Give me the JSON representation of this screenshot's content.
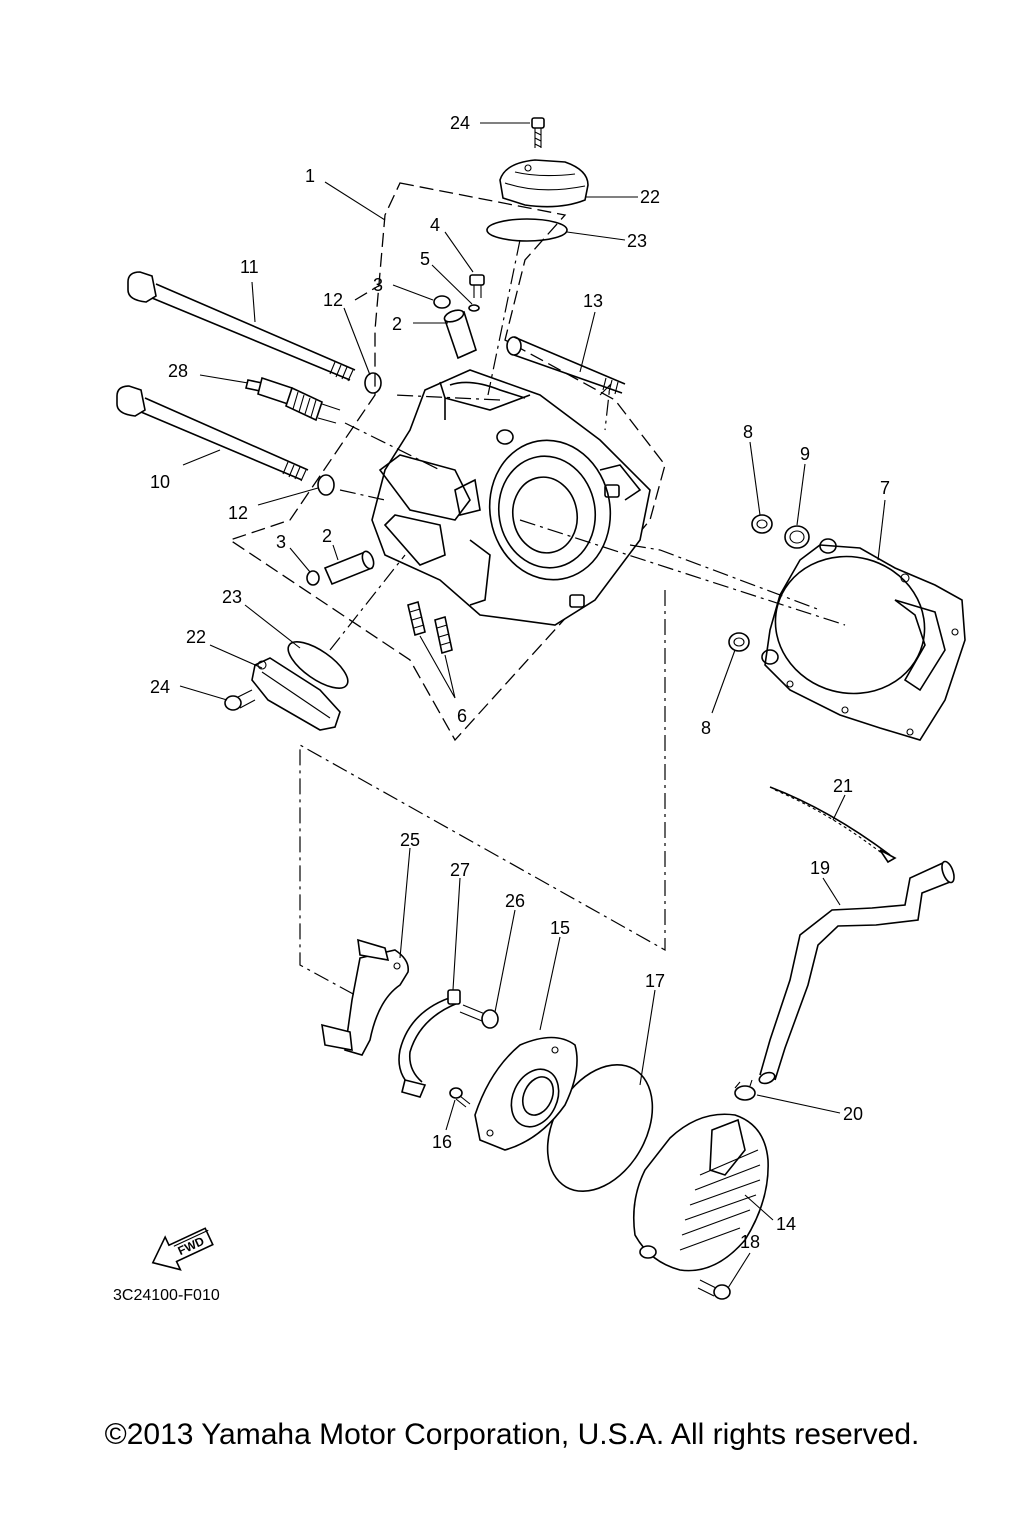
{
  "diagram": {
    "callouts": {
      "c1": "1",
      "c2a": "2",
      "c2b": "2",
      "c3a": "3",
      "c3b": "3",
      "c4": "4",
      "c5": "5",
      "c6": "6",
      "c7": "7",
      "c8a": "8",
      "c8b": "8",
      "c9": "9",
      "c10": "10",
      "c11": "11",
      "c12a": "12",
      "c12b": "12",
      "c13": "13",
      "c14": "14",
      "c15": "15",
      "c16": "16",
      "c17": "17",
      "c18": "18",
      "c19": "19",
      "c20": "20",
      "c21": "21",
      "c22a": "22",
      "c22b": "22",
      "c23a": "23",
      "c23b": "23",
      "c24a": "24",
      "c24b": "24",
      "c25": "25",
      "c26": "26",
      "c27": "27",
      "c28": "28"
    },
    "fwd_label": "FWD",
    "diagram_code": "3C24100-F010"
  },
  "footer": {
    "copyright": "©2013 Yamaha Motor Corporation, U.S.A. All rights reserved."
  }
}
